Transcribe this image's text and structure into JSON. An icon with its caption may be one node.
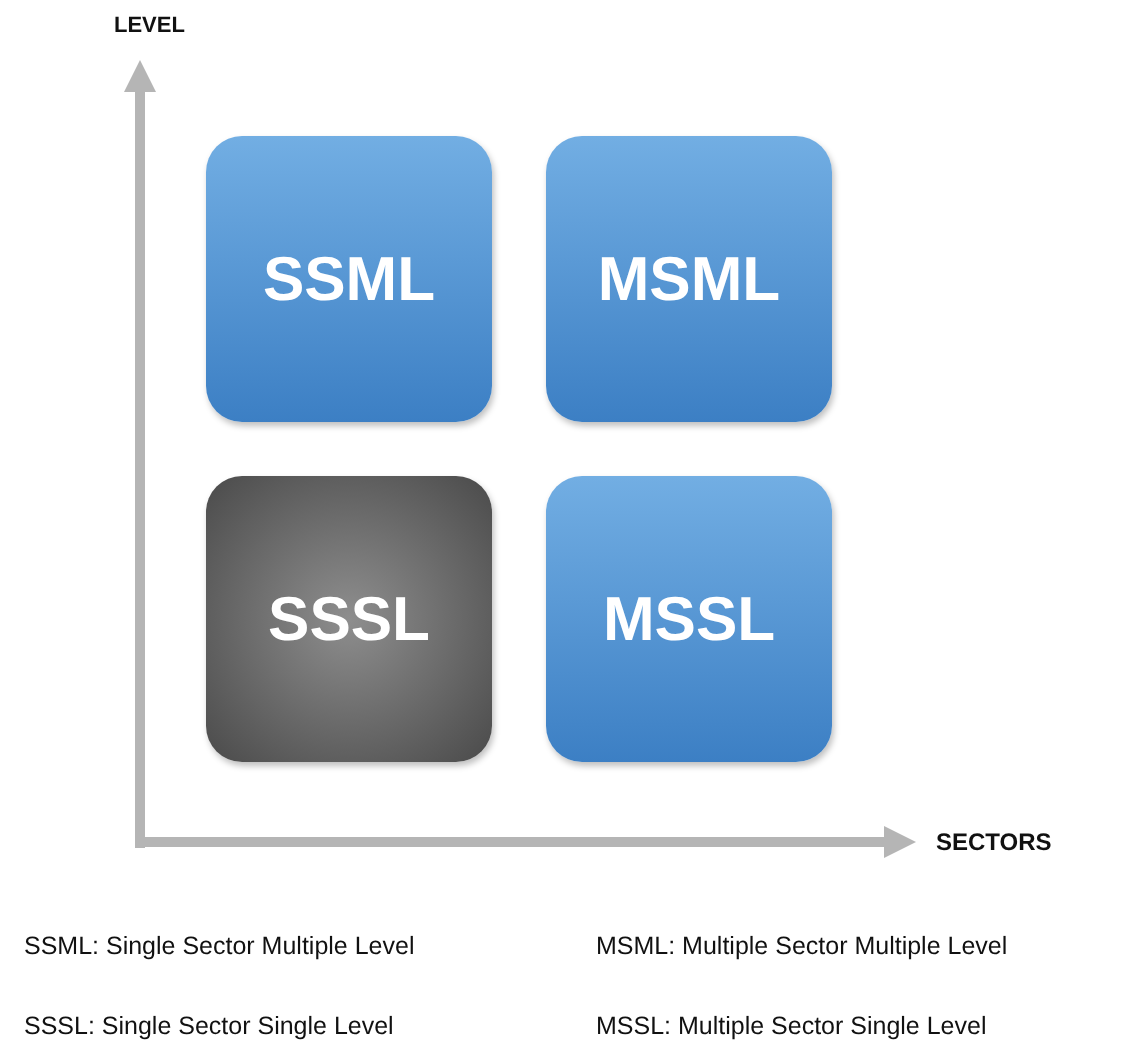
{
  "diagram": {
    "nodes": [
      {
        "text": [
          "SSML"
        ]
      },
      {
        "text": [
          "MSML"
        ]
      },
      {
        "text": [
          "SSSL"
        ]
      },
      {
        "text": [
          "MSSL"
        ]
      }
    ],
    "labels": [
      "LEVEL",
      "SECTORS",
      "SSML: Single Sector Multiple Level",
      "MSML: Multiple Sector Multiple Level",
      "SSSL: Single Sector Single Level",
      "MSSL: Multiple Sector Single Level"
    ]
  }
}
